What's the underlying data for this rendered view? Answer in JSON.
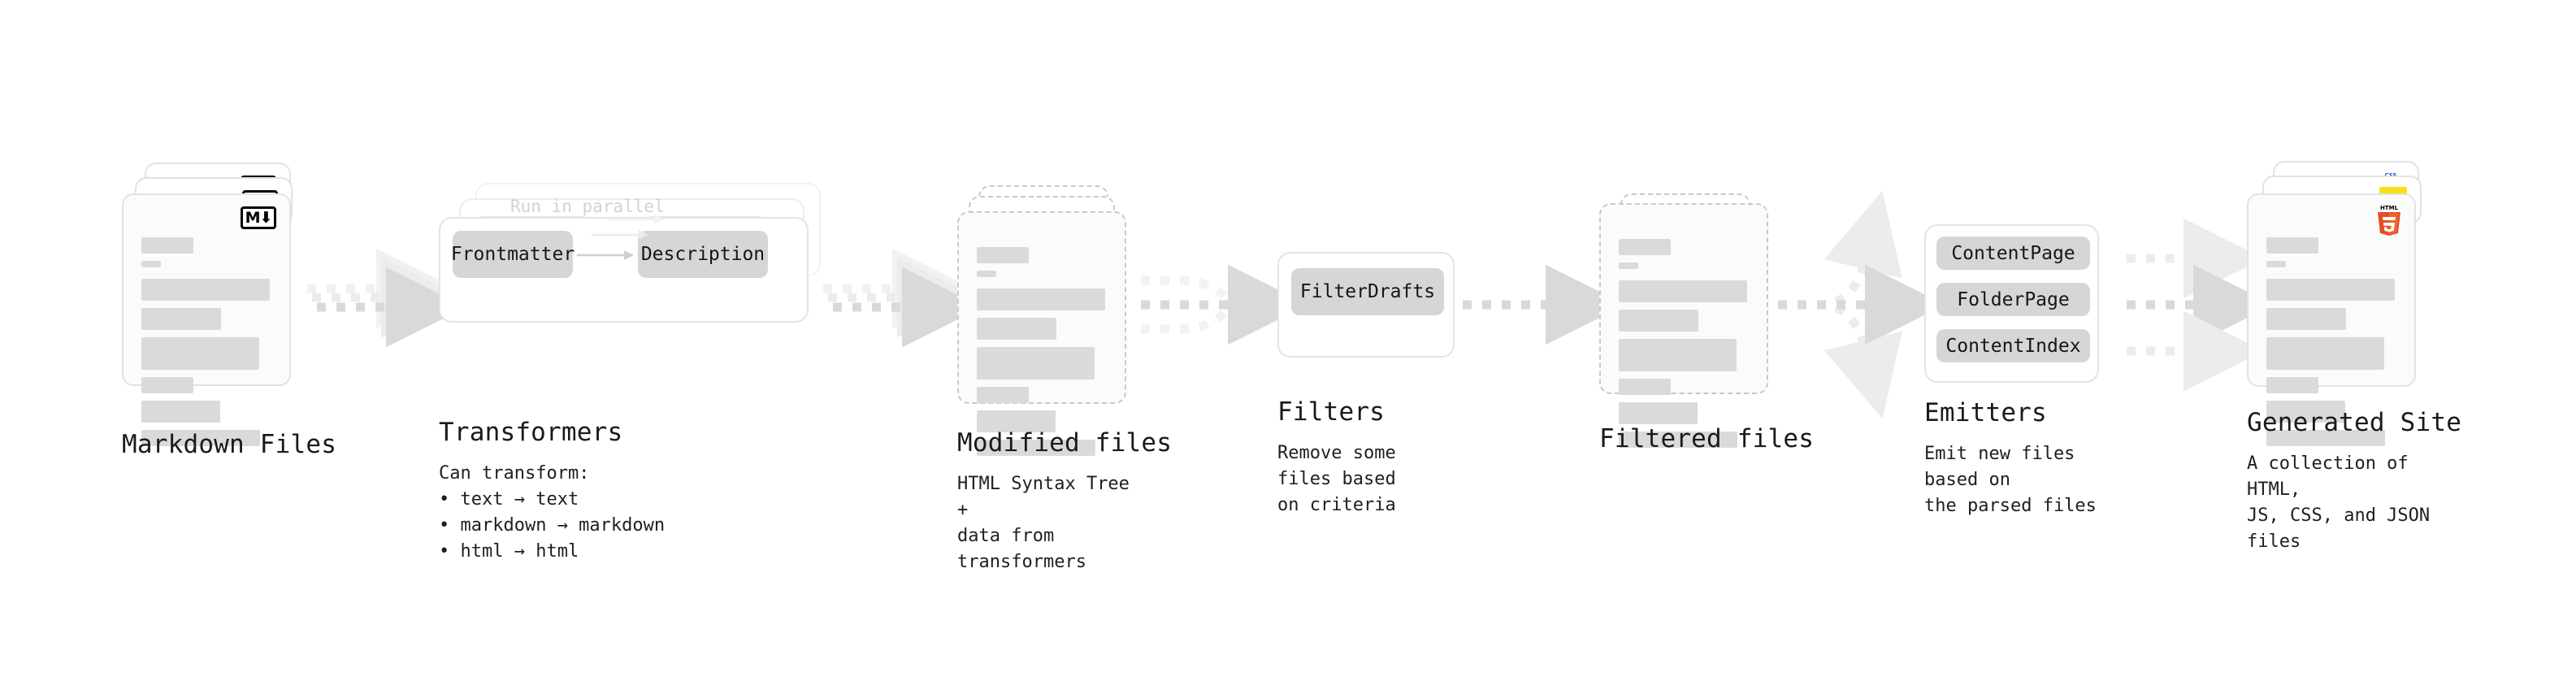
{
  "diagram": {
    "title": "Quartz content processing pipeline",
    "colors": {
      "bar": "#dadada",
      "chip": "#d6d6d6",
      "panel_border": "#e4e4e4",
      "arrow": "#d9d9d9",
      "text": "#1a1a1a",
      "muted_text": "#d2d2d2",
      "js_yellow": "#f7df1e",
      "css_blue": "#264de4",
      "html5_orange": "#e44d26"
    }
  },
  "stages": [
    {
      "id": "markdown-files",
      "title": "Markdown Files",
      "subtitle": "",
      "badge_label": "M",
      "badge_icon": "markdown-icon"
    },
    {
      "id": "transformers",
      "title": "Transformers",
      "subtitle": "Can transform:\n• text → text\n• markdown → markdown\n• html → html",
      "bracket_label": "Run in parallel",
      "plugins": [
        "Frontmatter",
        "Description"
      ]
    },
    {
      "id": "modified-files",
      "title": "Modified files",
      "subtitle": "HTML Syntax Tree +\ndata from transformers"
    },
    {
      "id": "filters",
      "title": "Filters",
      "subtitle": "Remove some files based\non criteria",
      "plugins": [
        "FilterDrafts"
      ]
    },
    {
      "id": "filtered-files",
      "title": "Filtered files",
      "subtitle": ""
    },
    {
      "id": "emitters",
      "title": "Emitters",
      "subtitle": "Emit new files based on\nthe parsed files",
      "plugins": [
        "ContentPage",
        "FolderPage",
        "ContentIndex"
      ]
    },
    {
      "id": "generated-site",
      "title": "Generated Site",
      "subtitle": "A collection of HTML,\nJS, CSS, and JSON files",
      "badges": [
        "HTML5",
        "JS",
        "CSS"
      ]
    }
  ],
  "transform_list": [
    "Can transform:",
    "• text → text",
    "• markdown → markdown",
    "• html → html"
  ],
  "doc_skeleton_bars": [
    {
      "w": 64,
      "h": 20
    },
    {
      "w": 24,
      "h": 8
    },
    {
      "w": 158,
      "h": 27
    },
    {
      "w": 98,
      "h": 27
    },
    {
      "w": 145,
      "h": 40
    },
    {
      "w": 64,
      "h": 20
    },
    {
      "w": 97,
      "h": 27
    },
    {
      "w": 146,
      "h": 20
    }
  ]
}
